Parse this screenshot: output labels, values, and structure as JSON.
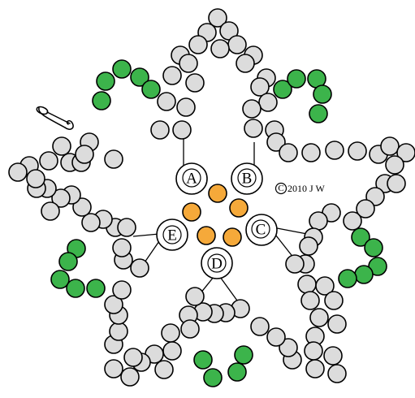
{
  "diagram": {
    "colors": {
      "grey_bead": "#dcdcdc",
      "green_bead": "#3cb44b",
      "orange_bead": "#f5a93a",
      "outline": "#000000",
      "background": "#ffffff"
    },
    "ring_labels": {
      "A": "A",
      "B": "B",
      "C": "C",
      "D": "D",
      "E": "E"
    },
    "credit": {
      "symbol": "C",
      "text": "2010 J W"
    },
    "icons": [
      "safety-pin-icon"
    ]
  }
}
